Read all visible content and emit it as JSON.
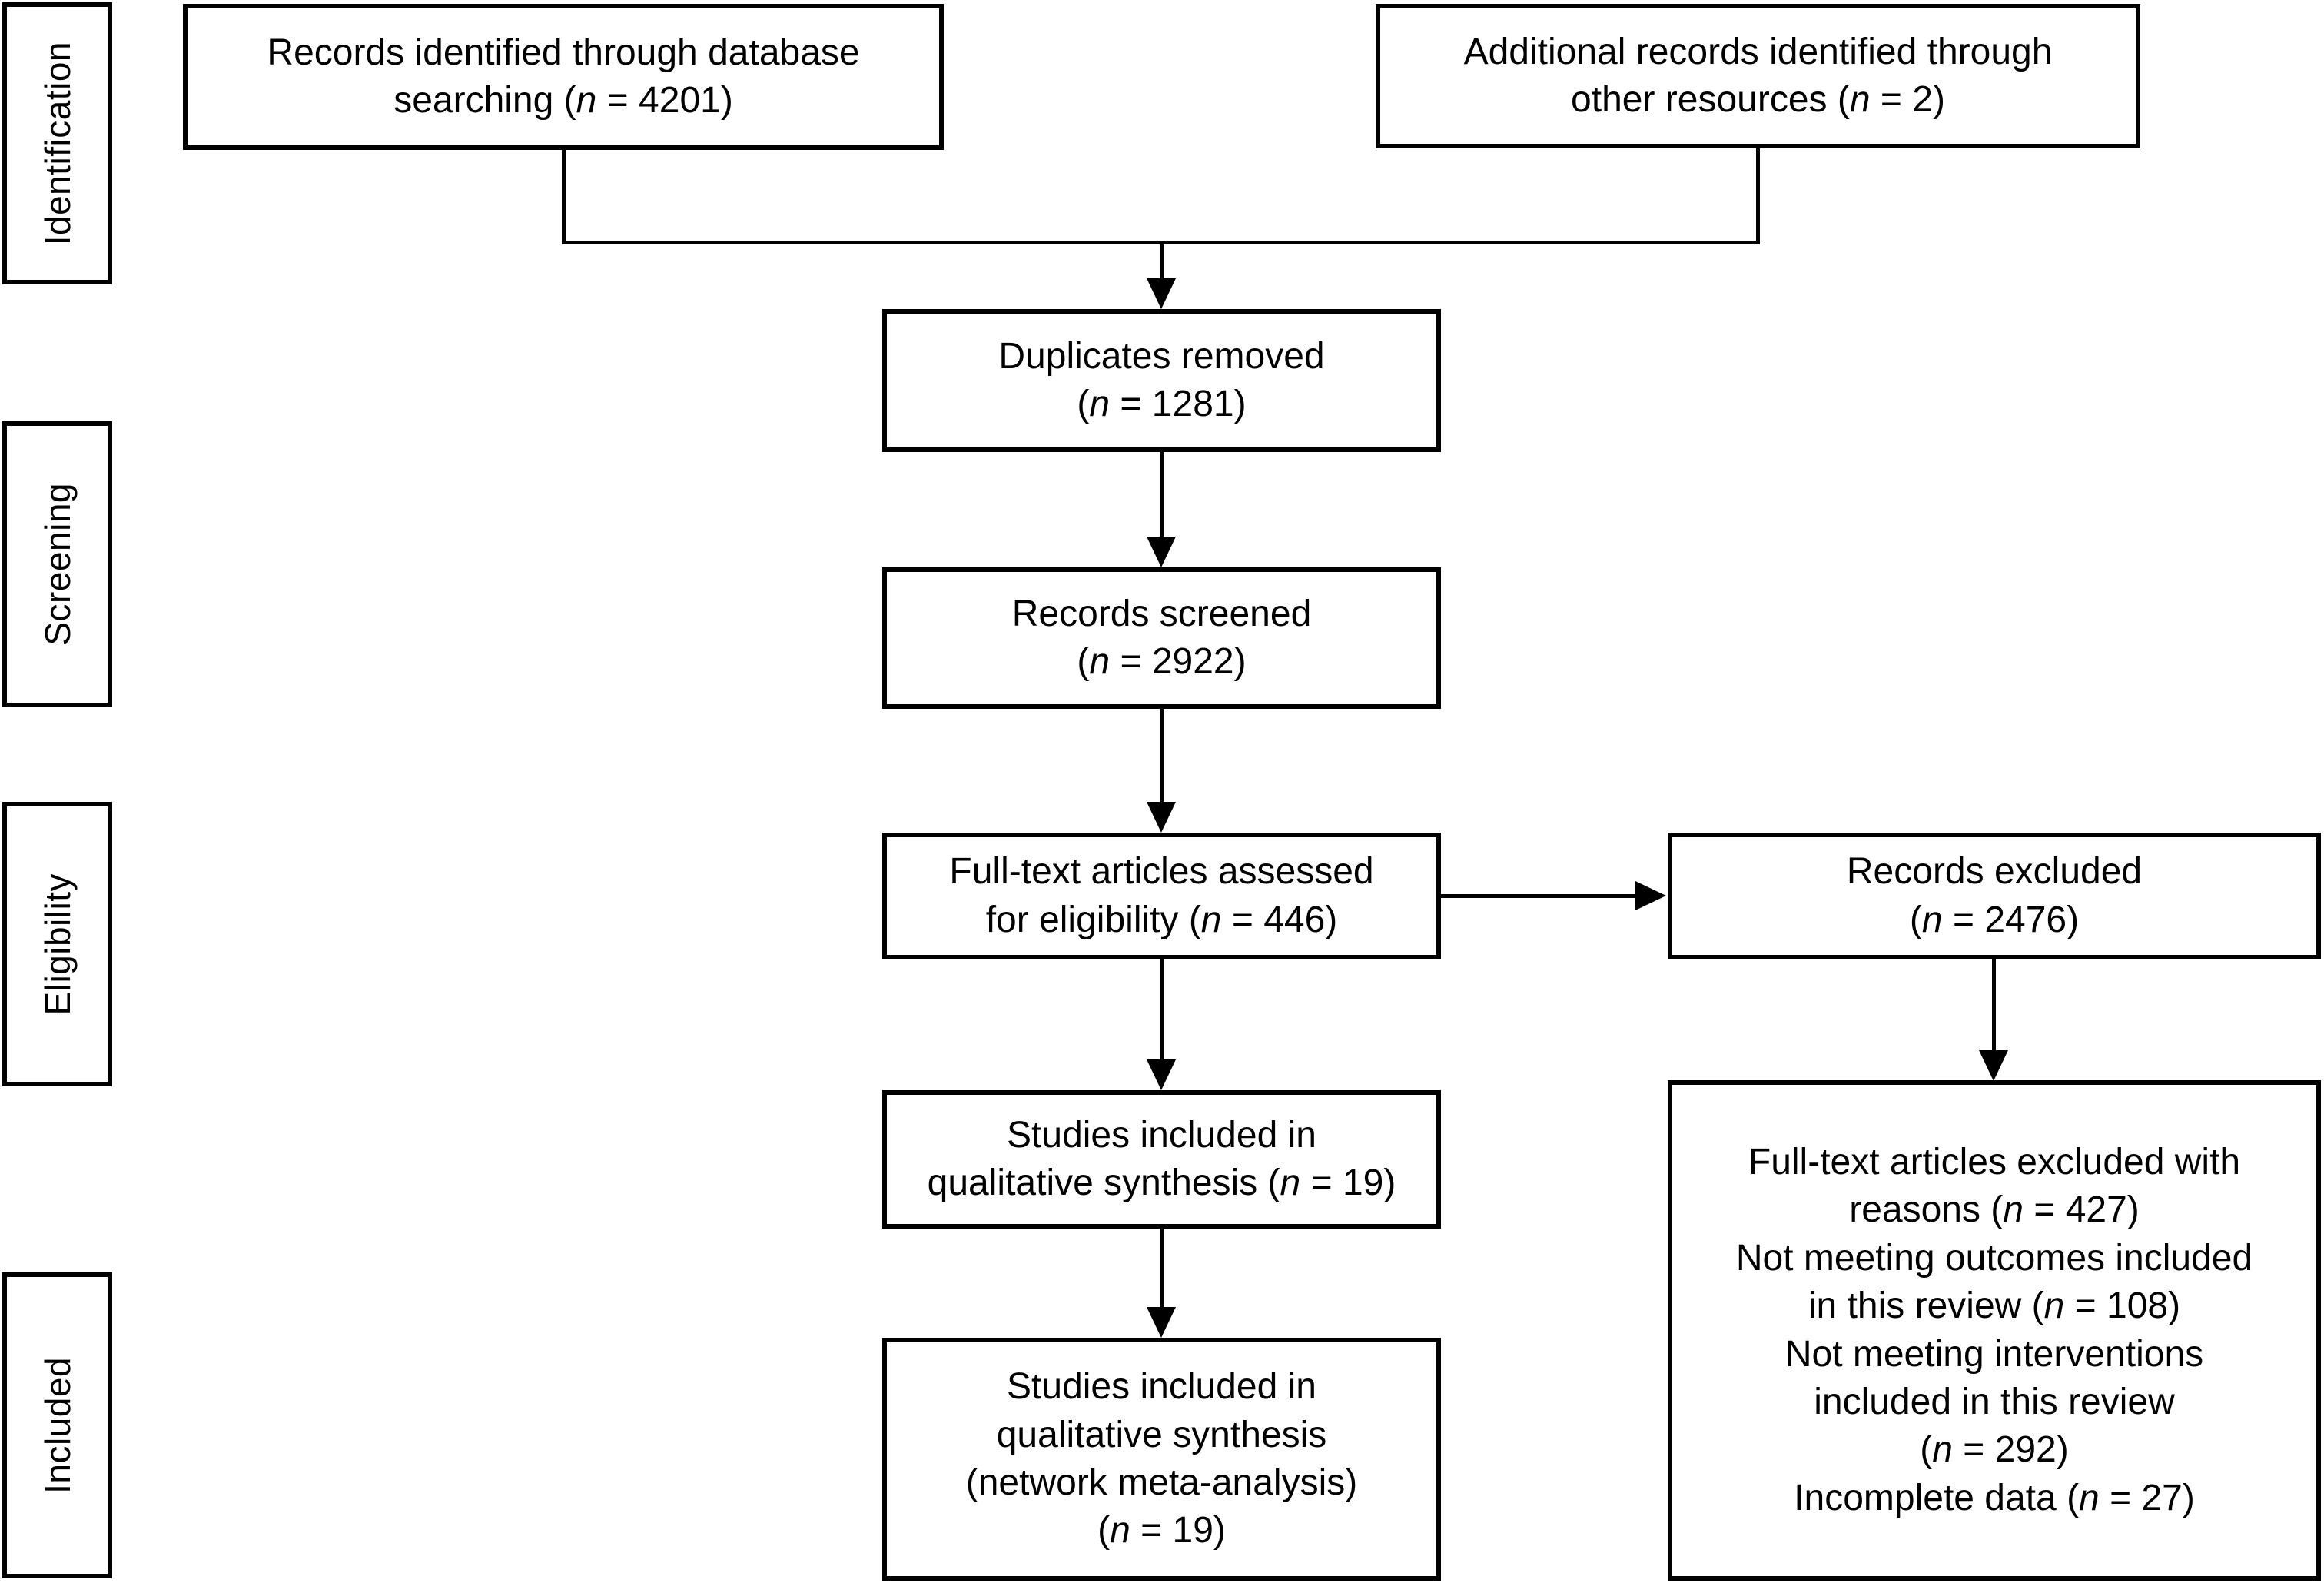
{
  "diagram": {
    "title": "PRISMA study selection flow diagram",
    "type": "prisma-flow",
    "line_color": "#000000",
    "box_fill": "#ffffff"
  },
  "stages": [
    {
      "id": "identification",
      "label": "Identification"
    },
    {
      "id": "screening",
      "label": "Screening"
    },
    {
      "id": "eligibility",
      "label": "Eligibility"
    },
    {
      "id": "included",
      "label": "Included"
    }
  ],
  "boxes": {
    "db_search": {
      "text": "Records identified through database\nsearching (n = 4201)",
      "n": 4201
    },
    "other_sources": {
      "text": "Additional records identified through\nother resources (n = 2)",
      "n": 2
    },
    "duplicates": {
      "text": "Duplicates removed\n(n = 1281)",
      "n": 1281
    },
    "screened": {
      "text": "Records screened\n(n = 2922)",
      "n": 2922
    },
    "fulltext_assess": {
      "text": "Full-text articles assessed\nfor eligibility (n = 446)",
      "n": 446
    },
    "records_excluded": {
      "text": "Records excluded\n(n = 2476)",
      "n": 2476
    },
    "qual_synthesis": {
      "text": "Studies included in\nqualitative synthesis (n = 19)",
      "n": 19
    },
    "nma_synthesis": {
      "text": "Studies included in\nqualitative synthesis\n(network meta-analysis)\n(n = 19)",
      "n": 19
    },
    "excluded_reasons": {
      "text": "Full-text articles excluded with\nreasons (n = 427)\nNot meeting outcomes included\nin this review (n = 108)\nNot meeting interventions\nincluded in this review\n(n = 292)\nIncomplete data (n = 27)",
      "reasons": [
        {
          "label": "Full-text articles excluded with reasons",
          "n": 427
        },
        {
          "label": "Not meeting outcomes included in this review",
          "n": 108
        },
        {
          "label": "Not meeting interventions included in this review",
          "n": 292
        },
        {
          "label": "Incomplete data",
          "n": 27
        }
      ]
    }
  }
}
